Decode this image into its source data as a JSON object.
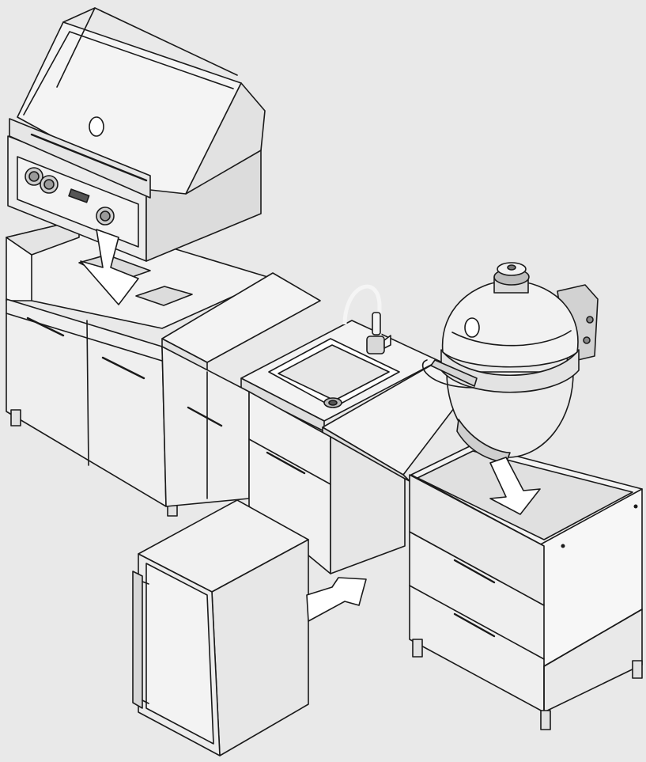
{
  "diagram": {
    "type": "isometric outdoor kitchen installation illustration",
    "style": "black line art on light gray",
    "colors": {
      "background": "#e9e9e9",
      "panel": "#efefef",
      "panel_light": "#f7f7f7",
      "panel_shade": "#d7d7d7",
      "panel_dark": "#bdbdbd",
      "line": "#1a1a1a",
      "arrow_fill": "#ffffff"
    },
    "components": [
      "gas-grill",
      "grill-cabinet",
      "sink-cabinet",
      "sink",
      "faucet",
      "kamado-grill",
      "kamado-cart",
      "refrigerator",
      "install-arrow-grill",
      "install-arrow-kamado",
      "install-arrow-refrigerator"
    ]
  }
}
